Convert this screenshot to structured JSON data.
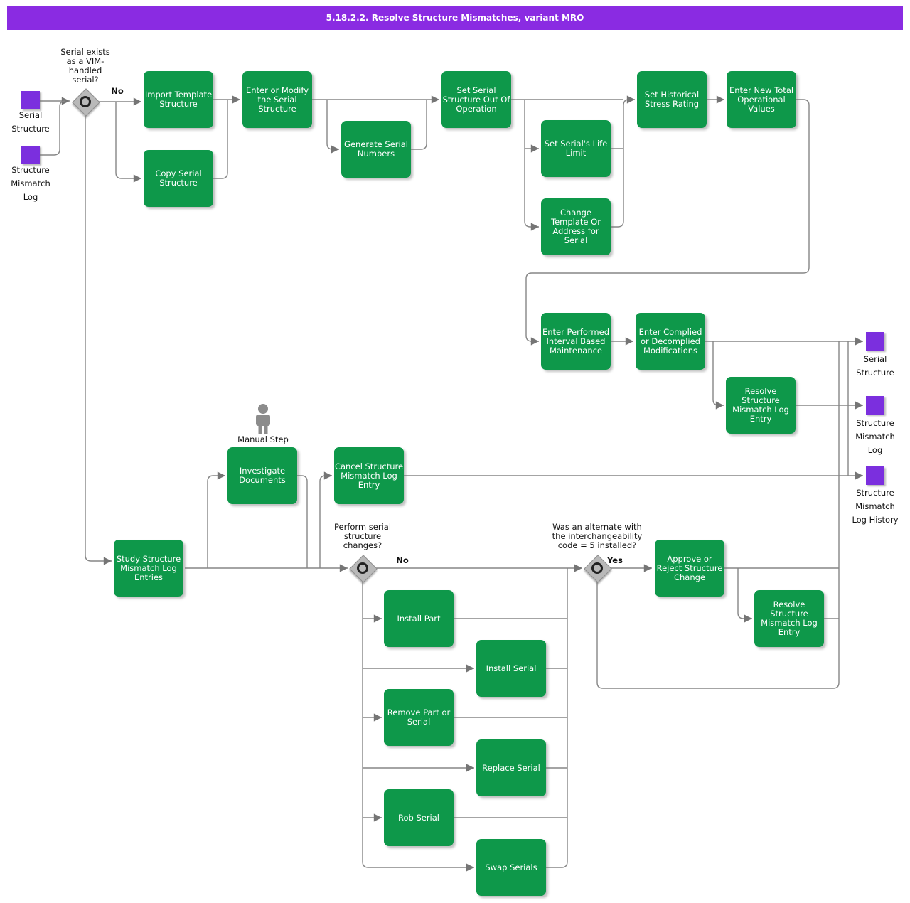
{
  "title_bar": {
    "text": "5.18.2.2. Resolve Structure Mismatches, variant MRO"
  },
  "colors": {
    "title_bar_purple": "#8A2BE2",
    "activity_green": "#0E984A",
    "data_object_purple": "#7B2FDE",
    "connector_gray": "#868686",
    "decision_fill_gray": "#B9B9B9"
  },
  "activities": {
    "import_template_structure": "Import Template\nStructure",
    "copy_serial_structure": "Copy Serial\nStructure",
    "enter_or_modify_serial_structure": "Enter or Modify\nthe Serial\nStructure",
    "generate_serial_numbers": "Generate Serial\nNumbers",
    "set_serial_structure_out_of_operation": "Set Serial\nStructure Out Of\nOperation",
    "set_historical_stress_rating": "Set Historical\nStress Rating",
    "enter_new_total_operational_values": "Enter New Total\nOperational\nValues",
    "set_serials_life_limit": "Set Serial's Life\nLimit",
    "change_template_or_address_for_serial": "Change\nTemplate Or\nAddress for\nSerial",
    "enter_performed_interval_based_maintenance": "Enter Performed\nInterval Based\nMaintenance",
    "enter_complied_or_decomplied_modifications": "Enter Complied\nor Decomplied\nModifications",
    "resolve_structure_mismatch_log_entry_top": "Resolve\nStructure\nMismatch Log\nEntry",
    "investigate_documents": "Investigate\nDocuments",
    "cancel_structure_mismatch_log_entry": "Cancel Structure\nMismatch Log\nEntry",
    "study_structure_mismatch_log_entries": "Study Structure\nMismatch Log\nEntries",
    "install_part": "Install Part",
    "install_serial": "Install Serial",
    "remove_part_or_serial": "Remove Part or\nSerial",
    "replace_serial": "Replace Serial",
    "rob_serial": "Rob Serial",
    "swap_serials": "Swap Serials",
    "approve_or_reject_structure_change": "Approve or\nReject Structure\nChange",
    "resolve_structure_mismatch_log_entry_bottom": "Resolve\nStructure\nMismatch Log\nEntry"
  },
  "decisions": {
    "serial_exists": {
      "question": "Serial exists\nas a VIM-\nhandled\nserial?",
      "branch_label": "No"
    },
    "perform_serial_structure_changes": {
      "question": "Perform serial\nstructure\nchanges?",
      "branch_label": "No"
    },
    "alternate_interchangeability": {
      "question": "Was an alternate with\nthe interchangeability\ncode = 5 installed?",
      "branch_label": "Yes"
    }
  },
  "data_objects": {
    "left_serial_structure": "Serial\nStructure",
    "left_structure_mismatch_log": "Structure\nMismatch\nLog",
    "right_serial_structure": "Serial\nStructure",
    "right_structure_mismatch_log": "Structure\nMismatch\nLog",
    "right_structure_mismatch_log_history": "Structure\nMismatch\nLog History"
  },
  "manual_step_label": "Manual Step"
}
